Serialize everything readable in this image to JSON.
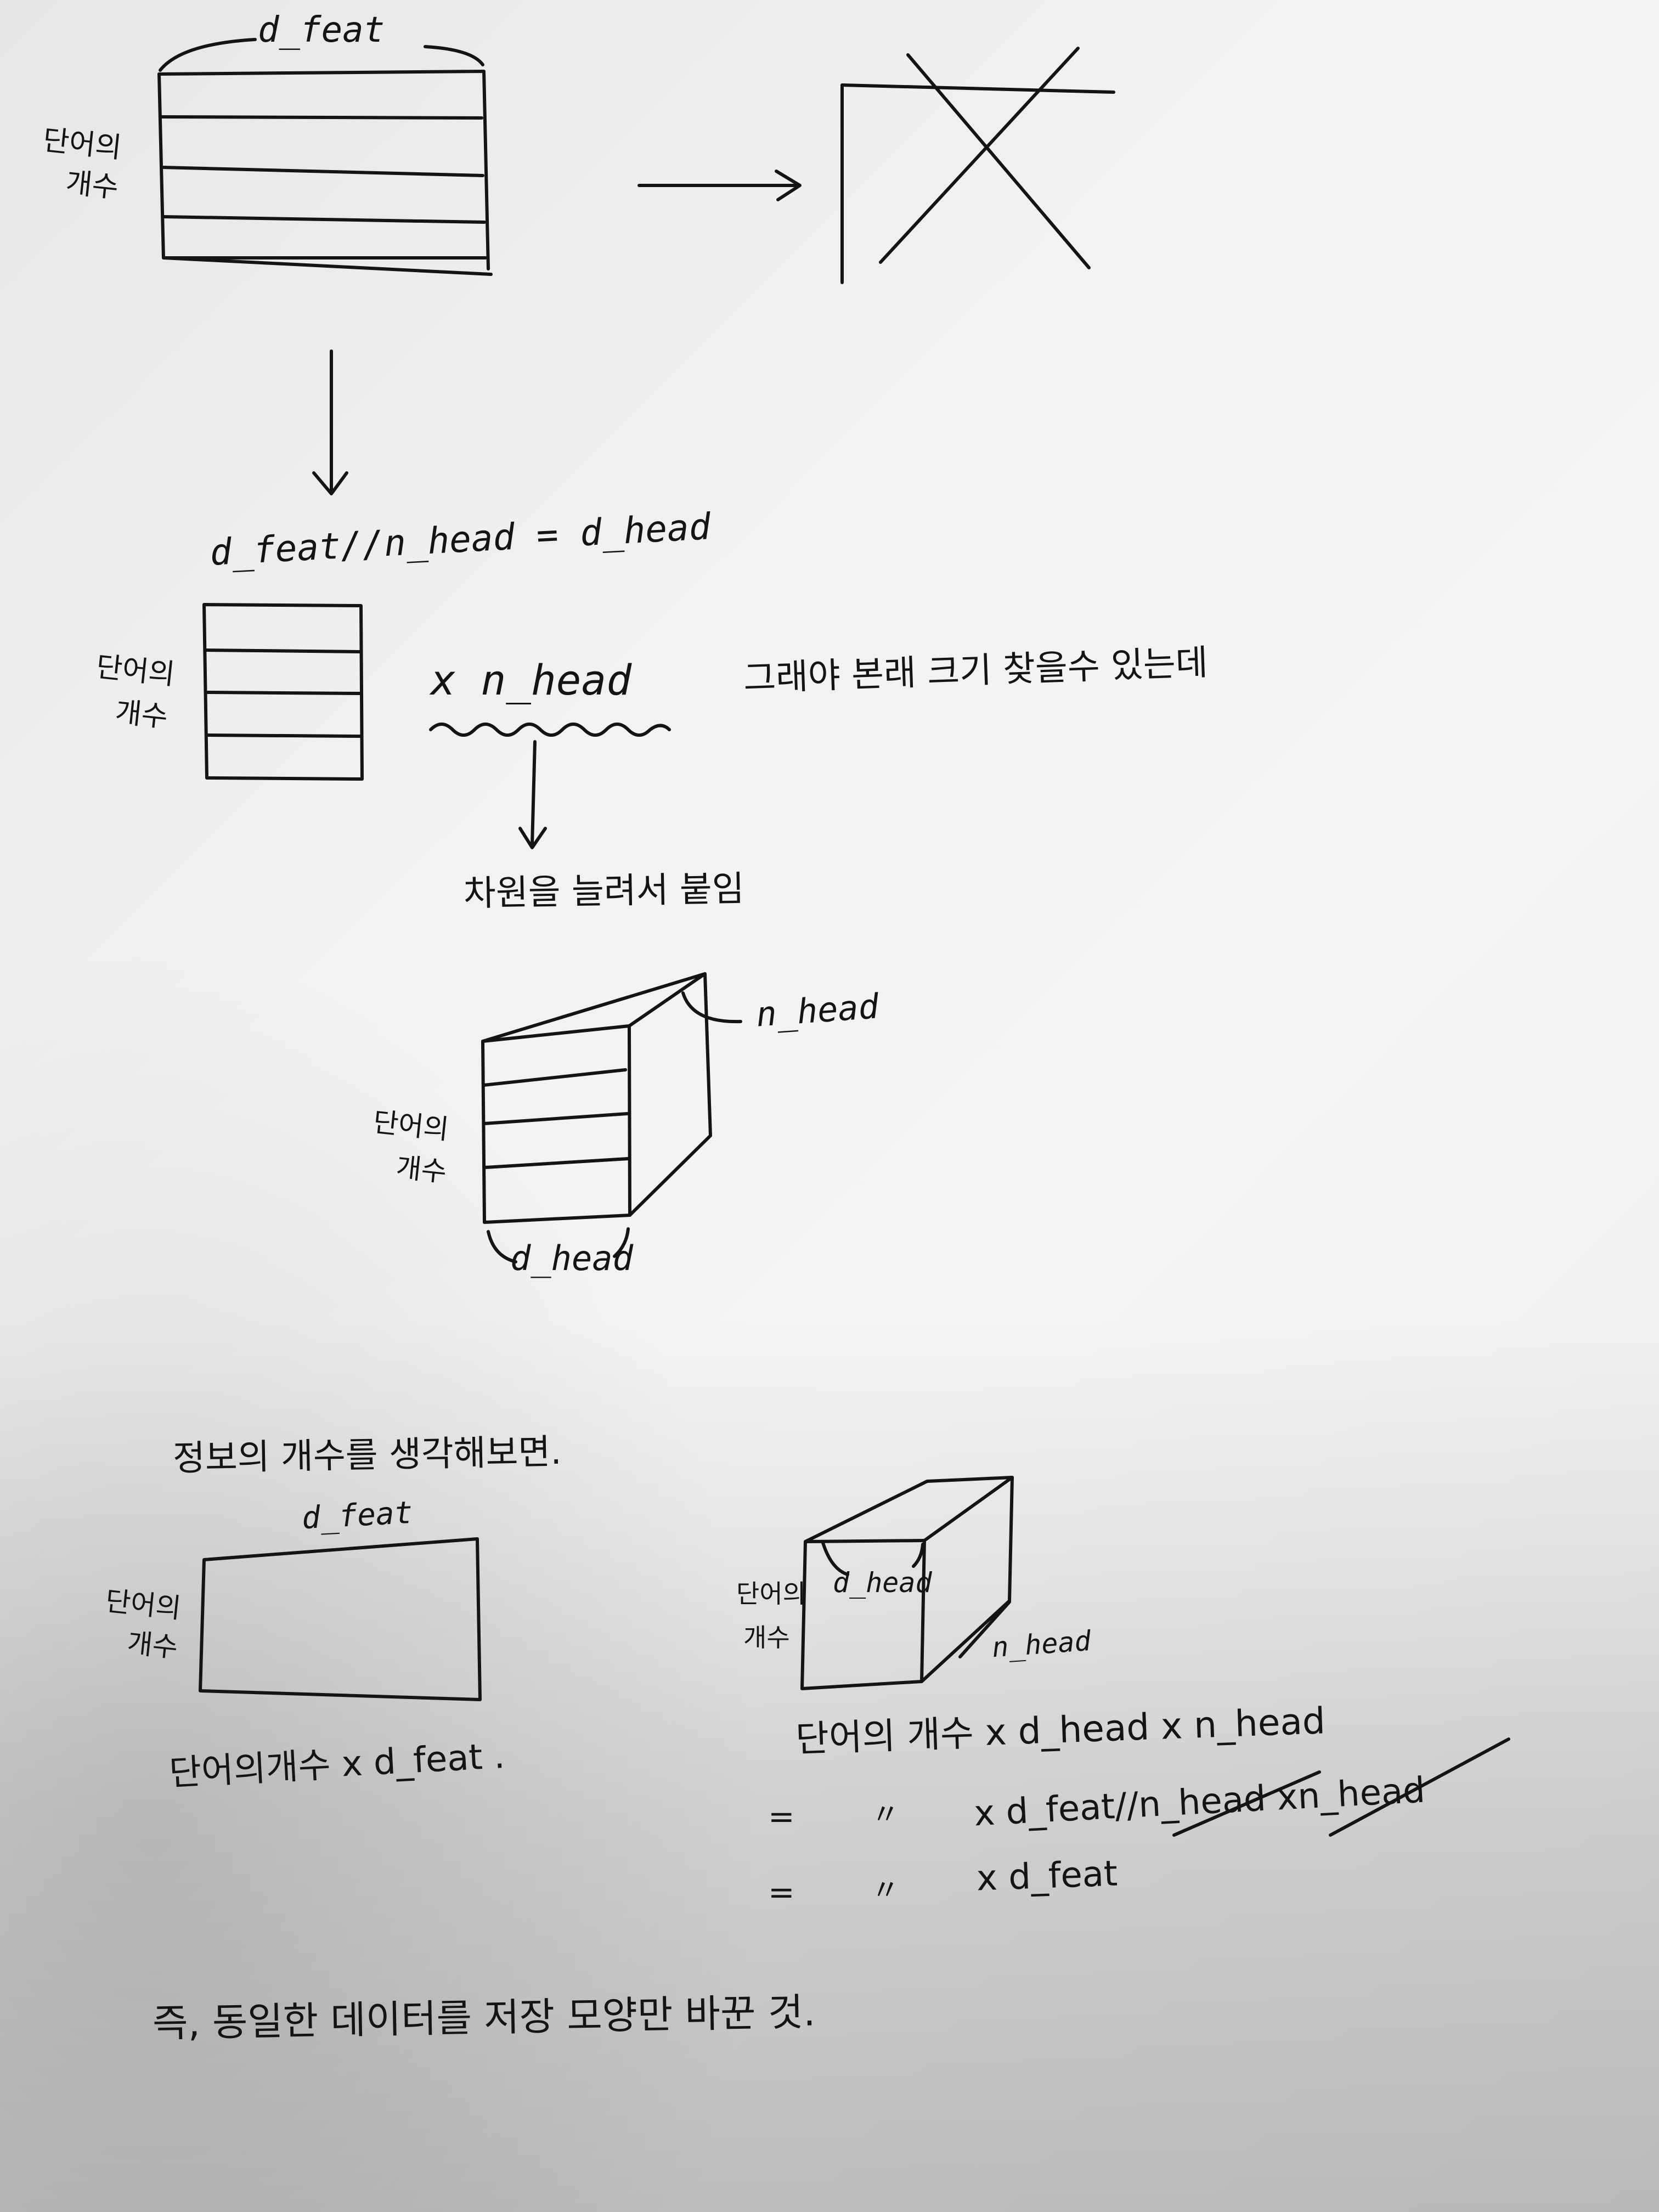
{
  "note": {
    "row1": {
      "top_label": "d_feat",
      "side_label_line1": "단어의",
      "side_label_line2": "개수"
    },
    "row2": {
      "formula": "d_feat//n_head = d_head",
      "side_label_line1": "단어의",
      "side_label_line2": "개수",
      "multiplier": "x n_head",
      "right_comment": "그래야 본래 크기 찾을수 있는데",
      "arrow_caption": "차원을 늘려서 붙임"
    },
    "row3": {
      "depth_label": "n_head",
      "side_label_line1": "단어의",
      "side_label_line2": "개수",
      "bottom_label": "d_head"
    },
    "section2": {
      "heading": "정보의 개수를 생각해보면.",
      "left_top_label": "d_feat",
      "left_side_line1": "단어의",
      "left_side_line2": "개수",
      "left_caption": "단어의개수 x d_feat .",
      "right_front_label": "d_head",
      "right_depth_label": "n_head",
      "right_side_line1": "단어의",
      "right_side_line2": "개수",
      "eq1": "단어의 개수 x d_head x n_head",
      "eq2_prefix": "=",
      "eq2_ditto": "〃",
      "eq2_body": "x d_feat//n_head xn_head",
      "eq3_prefix": "=",
      "eq3_ditto": "〃",
      "eq3_body": "x d_feat"
    },
    "conclusion": "즉, 동일한 데이터를 저장 모양만 바꾼 것."
  }
}
